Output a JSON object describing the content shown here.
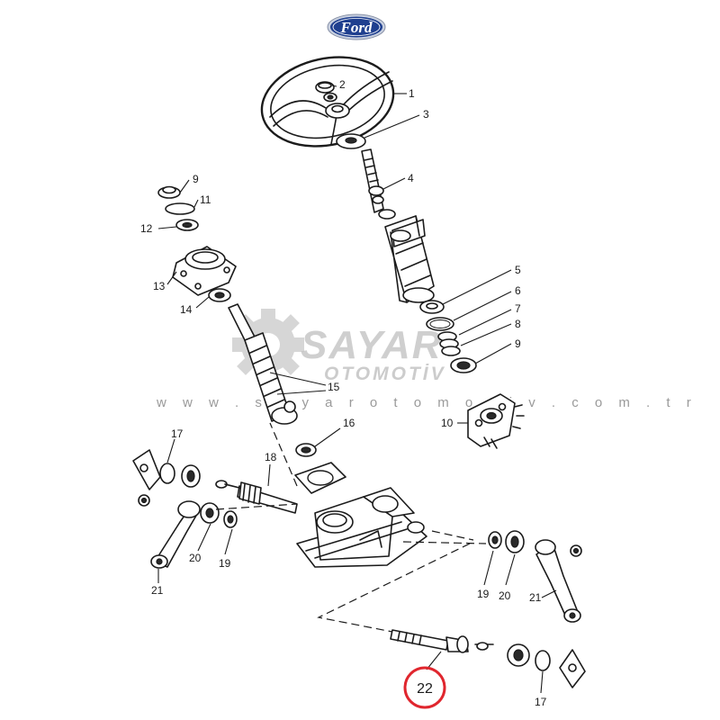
{
  "logo": {
    "text": "Ford",
    "color": "#1f3f8f"
  },
  "watermark": {
    "brand": "SAYAR",
    "sub": "OTOMOTİV",
    "url": "w w w . s a y a r o t o m o t i v . c o m . t r"
  },
  "callouts": [
    "1",
    "2",
    "3",
    "4",
    "5",
    "6",
    "7",
    "8",
    "9",
    "9",
    "10",
    "11",
    "12",
    "13",
    "14",
    "15",
    "16",
    "17",
    "17",
    "18",
    "19",
    "19",
    "20",
    "20",
    "21",
    "21"
  ],
  "highlight": {
    "label": "22",
    "color": "#e0262e"
  }
}
